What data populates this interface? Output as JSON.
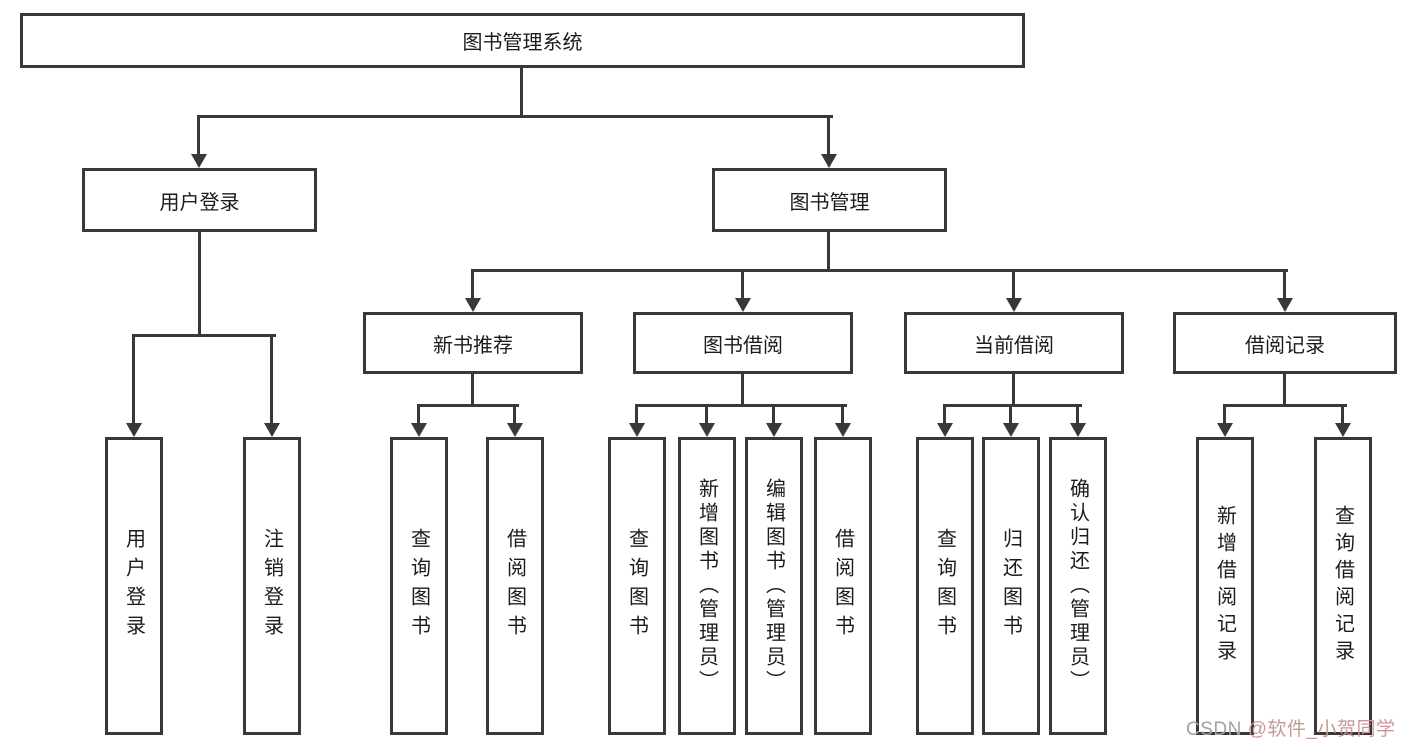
{
  "root": {
    "label": "图书管理系统"
  },
  "level2": {
    "login": {
      "label": "用户登录"
    },
    "management": {
      "label": "图书管理"
    }
  },
  "level3": {
    "new_books": {
      "label": "新书推荐"
    },
    "book_borrow": {
      "label": "图书借阅"
    },
    "current_borrow": {
      "label": "当前借阅"
    },
    "borrow_records": {
      "label": "借阅记录"
    }
  },
  "leaves": {
    "login": [
      {
        "label": "用户登录"
      },
      {
        "label": "注销登录"
      }
    ],
    "new_books": [
      {
        "label": "查询图书"
      },
      {
        "label": "借阅图书"
      }
    ],
    "book_borrow": [
      {
        "label": "查询图书"
      },
      {
        "label": "新增图书（管理员）"
      },
      {
        "label": "编辑图书（管理员）"
      },
      {
        "label": "借阅图书"
      }
    ],
    "current_borrow": [
      {
        "label": "查询图书"
      },
      {
        "label": "归还图书"
      },
      {
        "label": "确认归还（管理员）"
      }
    ],
    "borrow_records": [
      {
        "label": "新增借阅记录"
      },
      {
        "label": "查询借阅记录"
      }
    ]
  },
  "watermark": {
    "brand": "CSDN ",
    "handle": "@软件_小贺同学"
  },
  "colors": {
    "line": "#383838",
    "box_border": "#383838",
    "text": "#1c1c1c",
    "background": "#ffffff",
    "watermark_brand": "#a2a2a2",
    "watermark_handle": "#c99896"
  }
}
